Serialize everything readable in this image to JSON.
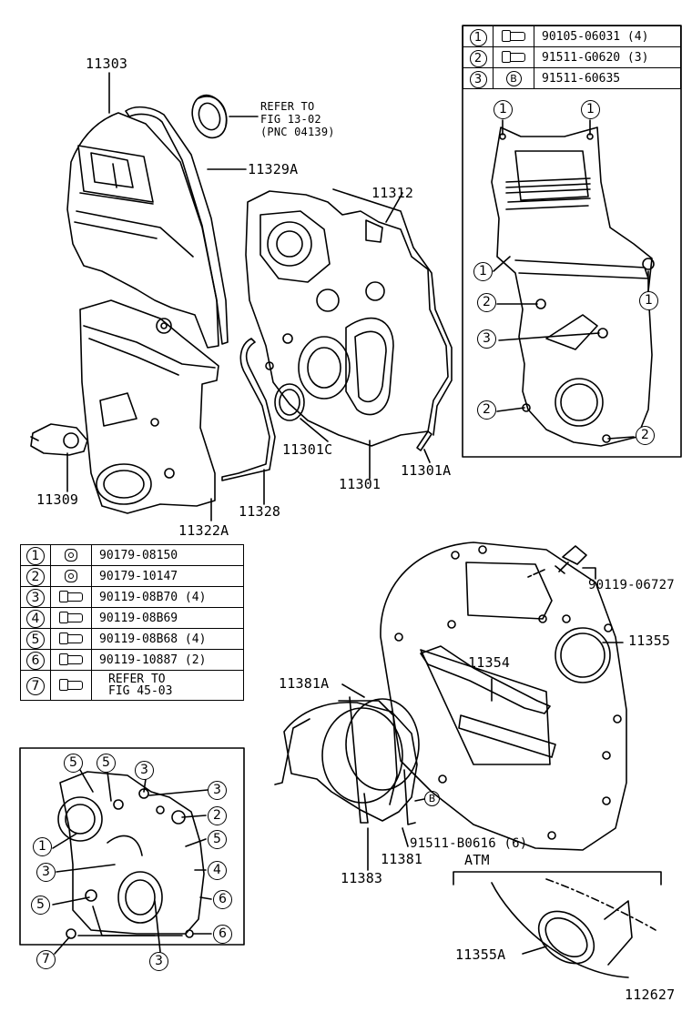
{
  "main_labels": {
    "l11303": "11303",
    "refer1": "REFER TO",
    "refer2": "FIG 13-02",
    "refer3": "(PNC 04139)",
    "l11329a": "11329A",
    "l11312": "11312",
    "l11301c": "11301C",
    "l11301": "11301",
    "l11301a": "11301A",
    "l11309": "11309",
    "l11328": "11328",
    "l11322a": "11322A",
    "l90119_06727": "90119-06727",
    "l11355": "11355",
    "l11354": "11354",
    "l11381a": "11381A",
    "l91511_b0616": "91511-B0616 (6)",
    "l11381": "11381",
    "l11383": "11383",
    "atm": "ATM",
    "l11355a": "11355A",
    "fig_no": "112627"
  },
  "top_table": {
    "rows": [
      {
        "num": "1",
        "part": "90105-06031 (4)",
        "icon": "bolt-icon"
      },
      {
        "num": "2",
        "part": "91511-G0620 (3)",
        "icon": "bolt-icon"
      },
      {
        "num": "3",
        "part": "91511-60635",
        "icon": "circled-b-icon",
        "icon_text": "B"
      }
    ]
  },
  "bottom_table": {
    "rows": [
      {
        "num": "1",
        "part": "90179-08150",
        "icon": "nut-icon"
      },
      {
        "num": "2",
        "part": "90179-10147",
        "icon": "nut-icon"
      },
      {
        "num": "3",
        "part": "90119-08B70 (4)",
        "icon": "bolt-icon"
      },
      {
        "num": "4",
        "part": "90119-08B69",
        "icon": "bolt-icon"
      },
      {
        "num": "5",
        "part": "90119-08B68 (4)",
        "icon": "bolt-icon"
      },
      {
        "num": "6",
        "part": "90119-10887 (2)",
        "icon": "bolt-icon"
      },
      {
        "num": "7",
        "part": "REFER TO",
        "part2": "FIG 45-03",
        "icon": "bolt-icon"
      }
    ]
  },
  "callout_b": "B",
  "top_callouts": [
    "1",
    "1",
    "1",
    "1",
    "2",
    "3",
    "2",
    "2"
  ],
  "bottom_callouts": [
    "5",
    "5",
    "3",
    "3",
    "2",
    "5",
    "1",
    "4",
    "3",
    "5",
    "6",
    "6",
    "7",
    "3"
  ]
}
